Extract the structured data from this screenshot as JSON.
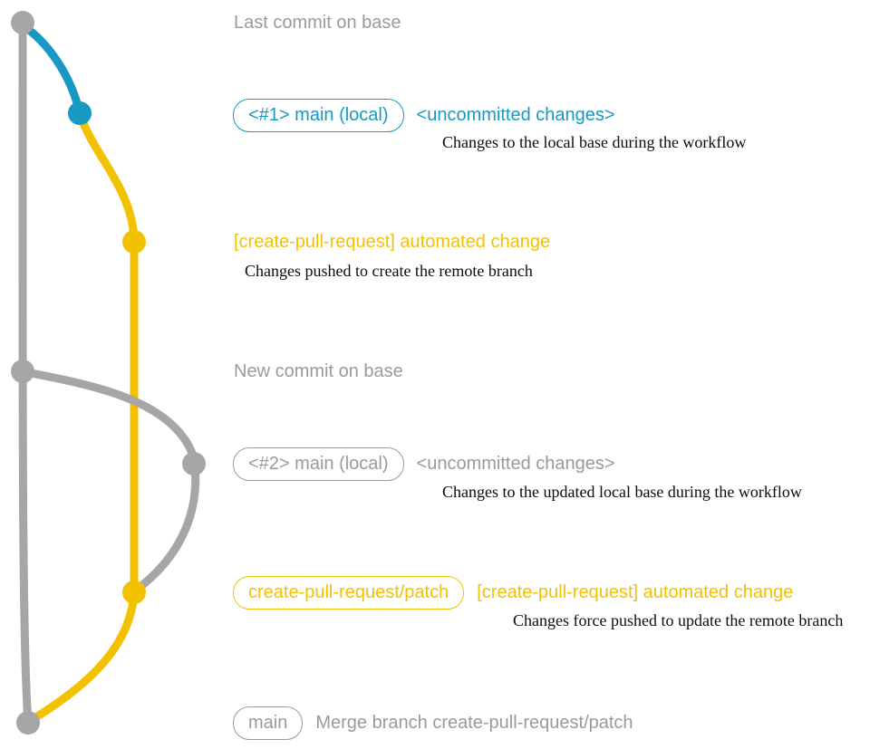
{
  "colors": {
    "branch_gray": "#a6a6a6",
    "label_gray": "#9a9a9a",
    "teal": "#1899c2",
    "yellow": "#f2c200",
    "ink": "#0c0c0c",
    "background": "#ffffff"
  },
  "graph": {
    "commits": [
      {
        "name": "base-top",
        "color": "gray"
      },
      {
        "name": "local-change-1",
        "color": "teal"
      },
      {
        "name": "patch-commit-1",
        "color": "yellow"
      },
      {
        "name": "base-new",
        "color": "gray"
      },
      {
        "name": "local-change-2",
        "color": "gray"
      },
      {
        "name": "patch-commit-2",
        "color": "yellow"
      },
      {
        "name": "base-merge",
        "color": "gray"
      }
    ]
  },
  "annotations": {
    "last_commit_label": "Last commit on base",
    "new_commit_label": "New commit on base",
    "row1": {
      "badge": "<#1> main (local)",
      "text": "<uncommitted changes>",
      "note": "Changes to the local base during the workflow"
    },
    "row2": {
      "text": "[create-pull-request] automated change",
      "note": "Changes pushed to create the remote branch"
    },
    "row3": {
      "badge": "<#2> main (local)",
      "text": "<uncommitted changes>",
      "note": "Changes to the updated local base during the workflow"
    },
    "row4": {
      "badge": "create-pull-request/patch",
      "text": "[create-pull-request] automated change",
      "note": "Changes force pushed to update the remote branch"
    },
    "row5": {
      "badge": "main",
      "text": "Merge branch create-pull-request/patch"
    }
  }
}
